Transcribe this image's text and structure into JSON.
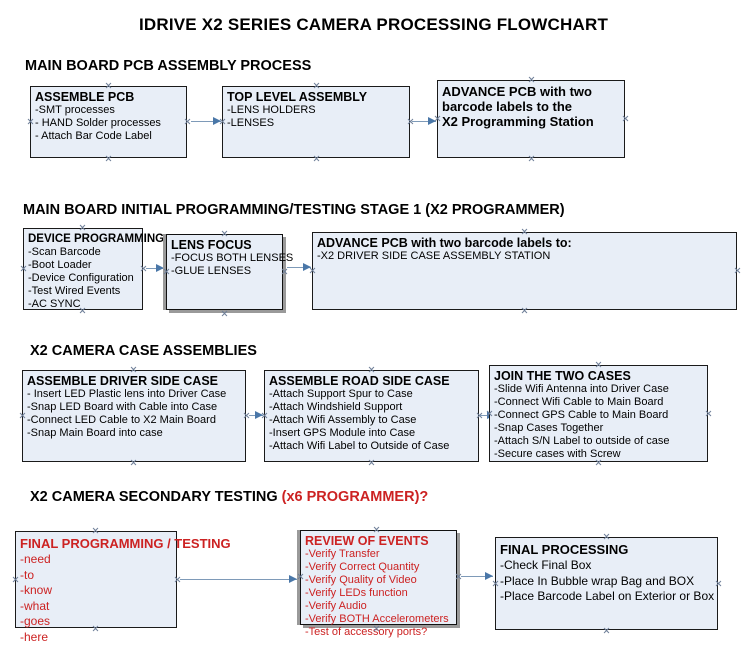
{
  "title": "IDRIVE X2  SERIES CAMERA PROCESSING FLOWCHART",
  "colors": {
    "box_fill": "#E8EEF7",
    "box_border": "#1a1a1a",
    "arrow": "#7e9ab8",
    "accent_red": "#CC2222",
    "text": "#000000"
  },
  "sections": [
    {
      "id": "main-board-pcb-assembly",
      "heading": "MAIN BOARD PCB ASSEMBLY PROCESS",
      "heading_accent": "",
      "nodes": [
        {
          "id": "assemble-pcb",
          "header": "ASSEMBLE PCB",
          "lines": [
            "-SMT processes",
            "- HAND Solder processes",
            "- Attach Bar Code Label"
          ]
        },
        {
          "id": "top-level-assembly",
          "header": "TOP LEVEL ASSEMBLY",
          "lines": [
            "-LENS HOLDERS",
            "-LENSES"
          ]
        },
        {
          "id": "advance-pcb-x2-programming-station",
          "header": "ADVANCE PCB with two",
          "lines": [
            "barcode labels to the",
            " X2 Programming Station"
          ]
        }
      ]
    },
    {
      "id": "main-board-initial-programming",
      "heading": "MAIN BOARD INITIAL PROGRAMMING/TESTING STAGE 1 (X2 PROGRAMMER)",
      "heading_accent": "",
      "nodes": [
        {
          "id": "device-programming",
          "header": "DEVICE PROGRAMMING",
          "lines": [
            "-Scan Barcode",
            "-Boot Loader",
            "-Device Configuration",
            "-Test Wired Events",
            "-AC SYNC"
          ]
        },
        {
          "id": "lens-focus",
          "header": "LENS FOCUS",
          "lines": [
            "-FOCUS BOTH LENSES",
            "-GLUE LENSES"
          ]
        },
        {
          "id": "advance-pcb-driver-side-case",
          "header": "ADVANCE PCB with two barcode labels to:",
          "lines": [
            "-X2 DRIVER  SIDE  CASE  ASSEMBLY STATION"
          ]
        }
      ]
    },
    {
      "id": "x2-camera-case-assemblies",
      "heading": "X2 CAMERA CASE ASSEMBLIES",
      "heading_accent": "",
      "nodes": [
        {
          "id": "assemble-driver-side-case",
          "header": "ASSEMBLE DRIVER SIDE CASE",
          "lines": [
            "- Insert LED Plastic lens into Driver Case",
            "-Snap LED Board with Cable into Case",
            "-Connect LED Cable to X2 Main Board",
            "-Snap Main Board into case"
          ]
        },
        {
          "id": "assemble-road-side-case",
          "header": "ASSEMBLE ROAD SIDE CASE",
          "lines": [
            "-Attach Support Spur to Case",
            "-Attach Windshield Support",
            "-Attach Wifi Assembly to Case",
            "-Insert GPS Module into Case",
            "-Attach Wifi Label to Outside of Case"
          ]
        },
        {
          "id": "join-the-two-cases",
          "header": "JOIN THE TWO CASES",
          "lines": [
            "-Slide Wifi Antenna into Driver Case",
            "-Connect Wifi Cable to Main Board",
            "-Connect GPS Cable to Main Board",
            "-Snap Cases Together",
            "-Attach S/N Label to outside of case",
            "-Secure cases with Screw"
          ]
        }
      ]
    },
    {
      "id": "x2-camera-secondary-testing",
      "heading": "X2 CAMERA SECONDARY TESTING ",
      "heading_accent": "(x6 PROGRAMMER)?",
      "nodes": [
        {
          "id": "final-programming-testing",
          "header": "FINAL PROGRAMMING / TESTING",
          "lines": [
            "-need",
            "-to",
            "-know",
            "-what",
            "-goes",
            "-here"
          ]
        },
        {
          "id": "review-of-events",
          "header": "REVIEW OF EVENTS",
          "lines": [
            "-Verify Transfer",
            "-Verify Correct Quantity",
            "-Verify Quality of Video",
            "-Verify LEDs function",
            "-Verify Audio",
            "-Verify BOTH Accelerometers",
            "-Test of accessory ports?"
          ]
        },
        {
          "id": "final-processing",
          "header": "FINAL PROCESSING",
          "lines": [
            " -Check Final Box",
            "-Place In Bubble wrap Bag and BOX",
            "-Place Barcode Label on Exterior or Box"
          ]
        }
      ]
    }
  ]
}
